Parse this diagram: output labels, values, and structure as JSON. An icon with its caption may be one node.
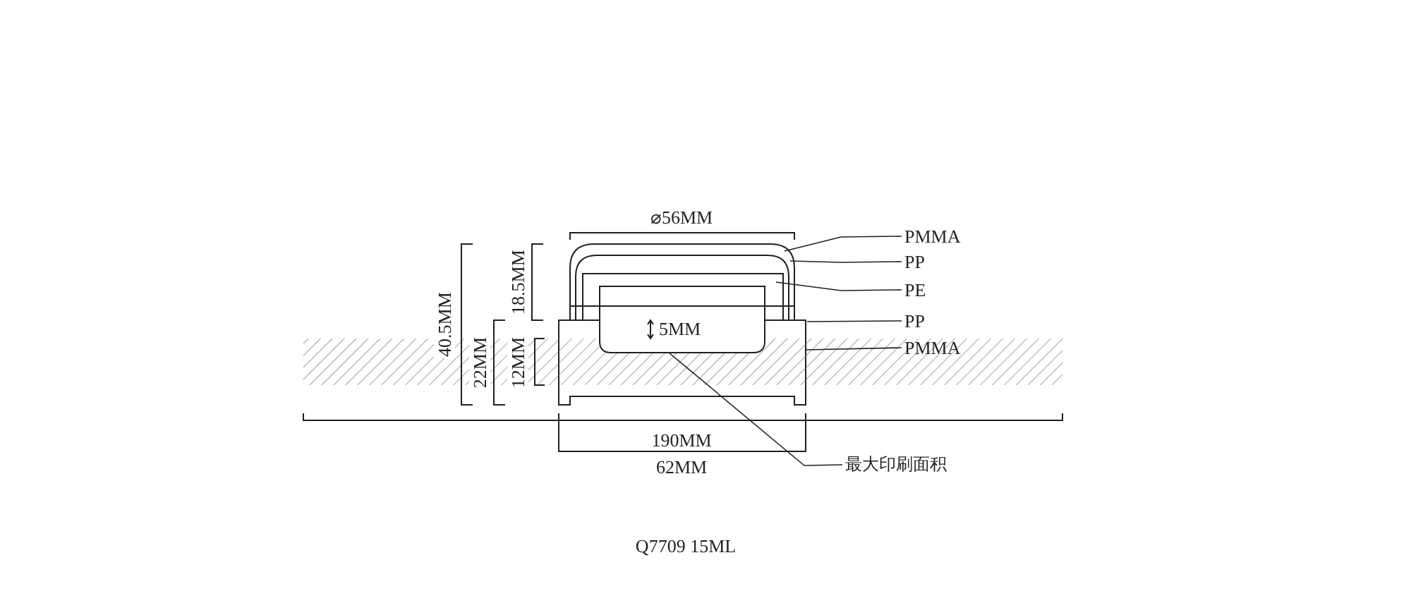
{
  "diagram": {
    "caption": "Q7709  15ML",
    "nodes": [
      {
        "text": [
          "PMMA"
        ]
      },
      {
        "text": [
          "PP"
        ]
      },
      {
        "text": [
          "PE"
        ]
      },
      {
        "text": [
          "PP"
        ]
      },
      {
        "text": [
          "PMMA"
        ]
      },
      {
        "text": [
          "最大印刷面积"
        ]
      },
      {
        "text": [],
        "shape": "box"
      }
    ],
    "edges": [
      {
        "from": 0,
        "to": null,
        "arrow": "none"
      },
      {
        "from": 1,
        "to": null,
        "arrow": "none"
      },
      {
        "from": 2,
        "to": null,
        "arrow": "none"
      },
      {
        "from": 3,
        "to": null,
        "arrow": "none"
      },
      {
        "from": 4,
        "to": null,
        "arrow": "none"
      },
      {
        "from": 5,
        "to": 6,
        "arrow": "none"
      }
    ],
    "labels": [
      "⌀56MM",
      "40.5MM",
      "22MM",
      "18.5MM",
      "12MM",
      "5MM",
      "190MM",
      "62MM"
    ]
  }
}
